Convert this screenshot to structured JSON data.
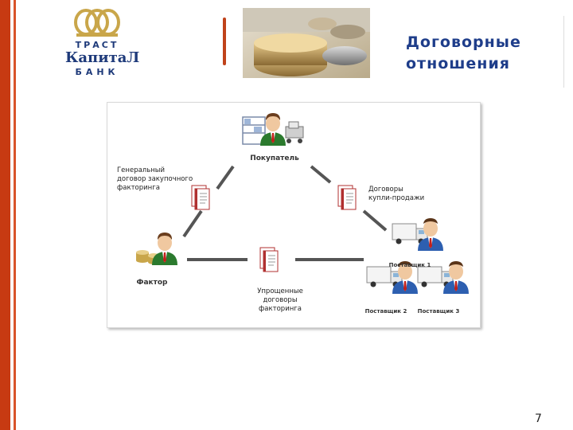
{
  "logo": {
    "line1": "ТРАСТ",
    "line2": "КапитаЛ",
    "line3": "БАНК"
  },
  "slide": {
    "title_line1": "Договорные",
    "title_line2": "отношения",
    "page_number": "7"
  },
  "diagram": {
    "nodes": {
      "buyer": "Покупатель",
      "factor": "Фактор",
      "supplier1": "Поставщик 1",
      "supplier2": "Поставщик 2",
      "supplier3": "Поставщик 3"
    },
    "edges": {
      "general_contract_line1": "Генеральный",
      "general_contract_line2": "договор закупочного",
      "general_contract_line3": "факторинга",
      "sale_contracts_line1": "Договоры",
      "sale_contracts_line2": "купли-продажи",
      "simplified_line1": "Упрощенные",
      "simplified_line2": "договоры",
      "simplified_line3": "факторинга"
    }
  },
  "colors": {
    "accent_red": "#c73a12",
    "title_blue": "#1e3d8a",
    "person_shirt": "#2b7a2e",
    "supplier_shirt": "#2d5fb0"
  }
}
